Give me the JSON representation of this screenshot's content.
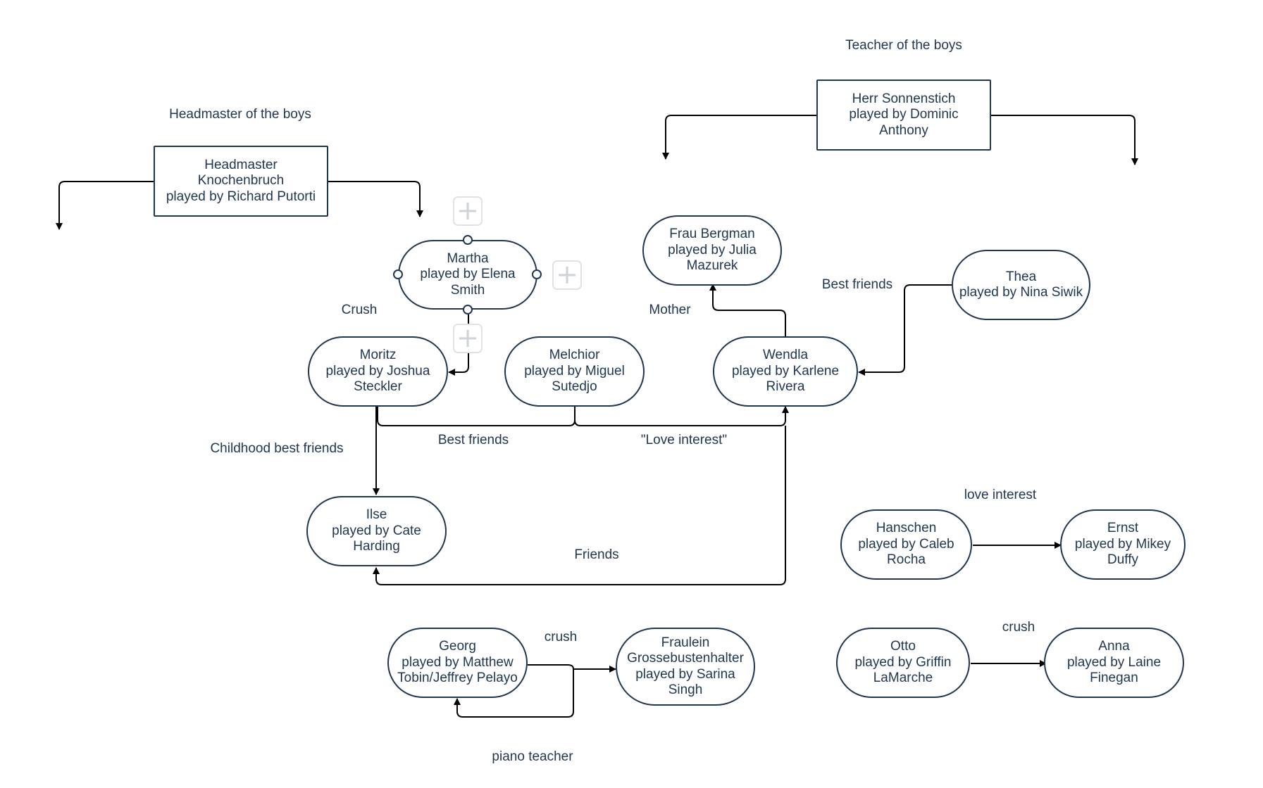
{
  "nodes": {
    "headmaster": "Headmaster\nKnochenbruch\nplayed by Richard Putorti",
    "sonnenstich": "Herr Sonnenstich\nplayed by Dominic\nAnthony",
    "martha": "Martha\nplayed by Elena\nSmith",
    "frau_bergman": "Frau Bergman\nplayed by Julia\nMazurek",
    "thea": "Thea\nplayed by Nina Siwik",
    "moritz": "Moritz\nplayed by Joshua\nSteckler",
    "melchior": "Melchior\nplayed by Miguel\nSutedjo",
    "wendla": "Wendla\nplayed by Karlene\nRivera",
    "ilse": "Ilse\nplayed by Cate\nHarding",
    "hanschen": "Hanschen\nplayed by Caleb\nRocha",
    "ernst": "Ernst\nplayed by Mikey\nDuffy",
    "georg": "Georg\nplayed by Matthew\nTobin/Jeffrey Pelayo",
    "fraulein": "Fraulein\nGrossebustenhalter\nplayed by Sarina\nSingh",
    "otto": "Otto\nplayed by Griffin\nLaMarche",
    "anna": "Anna\nplayed by Laine\nFinegan"
  },
  "labels": {
    "teacher_of_boys": "Teacher of the boys",
    "headmaster_of_boys": "Headmaster of the boys",
    "best_friends_thea": "Best friends",
    "crush_martha": "Crush",
    "mother": "Mother",
    "childhood_best_friends": "Childhood best friends",
    "best_friends_moritz_melchior": "Best friends",
    "love_interest_quoted": "\"Love interest\"",
    "love_interest": "love interest",
    "friends": "Friends",
    "crush_georg": "crush",
    "crush_otto": "crush",
    "piano_teacher": "piano teacher"
  },
  "colors": {
    "node_border": "#1e3650",
    "text": "#1e3650",
    "connector": "#000000",
    "selection_ghost": "#dfe3e8"
  },
  "icons": {
    "add_handle": "plus-icon"
  }
}
